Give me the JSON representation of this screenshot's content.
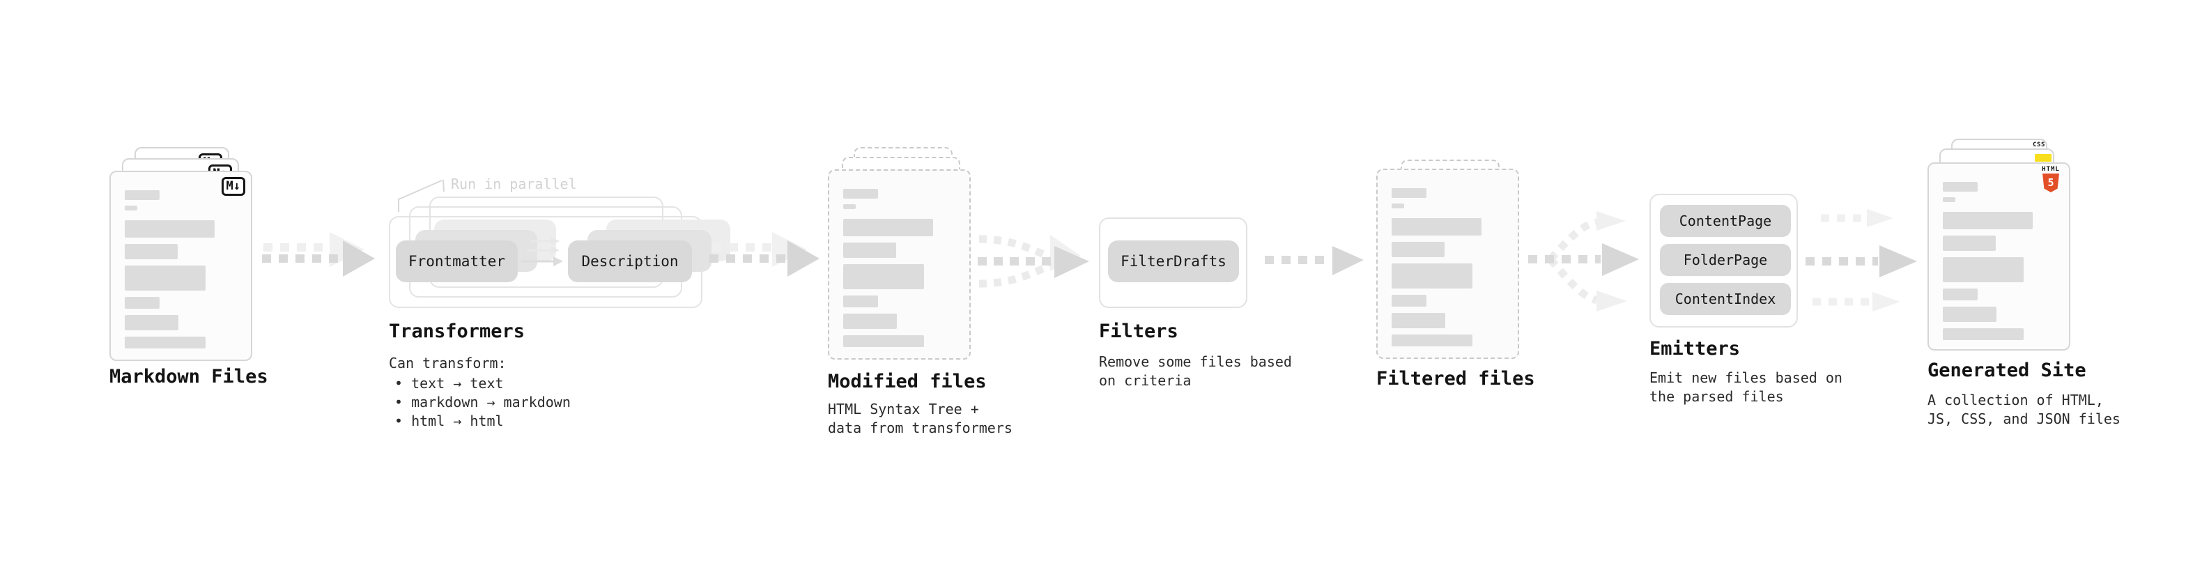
{
  "diagram": {
    "markdown": {
      "label": "Markdown Files",
      "badge": "M↓"
    },
    "transformers": {
      "annotation": "Run in parallel",
      "pill_left": "Frontmatter",
      "pill_right": "Description",
      "label": "Transformers",
      "desc_title": "Can transform:",
      "bullets": [
        "• text → text",
        "• markdown → markdown",
        "• html → html"
      ]
    },
    "modified": {
      "label": "Modified files",
      "desc": "HTML Syntax Tree +\ndata from transformers"
    },
    "filters": {
      "label": "Filters",
      "pill": "FilterDrafts",
      "desc": "Remove some files based\non criteria"
    },
    "filtered": {
      "label": "Filtered files"
    },
    "emitters": {
      "label": "Emitters",
      "pills": [
        "ContentPage",
        "FolderPage",
        "ContentIndex"
      ],
      "desc": "Emit new files based on\nthe parsed files"
    },
    "generated": {
      "label": "Generated Site",
      "desc": "A collection of HTML,\nJS, CSS, and JSON files",
      "badges": {
        "html_text": "HTML",
        "html_number": "5",
        "css_text": "CSS"
      }
    },
    "colors": {
      "html5_orange": "#e34f26",
      "js_yellow": "#f7df1e",
      "css_blue": "#2965f1"
    }
  }
}
